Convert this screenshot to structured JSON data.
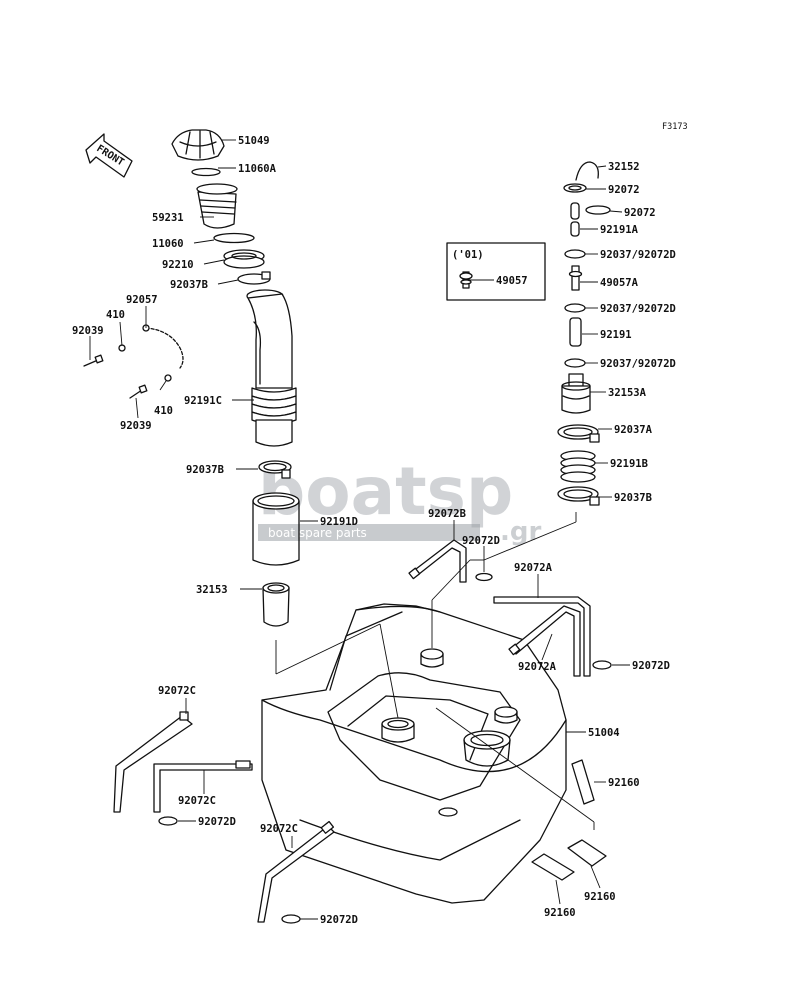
{
  "figure_code": "F3173",
  "front_arrow_label": "FRONT",
  "inset_label": "('01)",
  "watermark": {
    "brand": "boatsp",
    "tld": ".gr",
    "tagline": "boat spare parts"
  },
  "parts": {
    "p51049": "51049",
    "p11060a": "11060A",
    "p59231": "59231",
    "p11060": "11060",
    "p92210": "92210",
    "p92037b_top": "92037B",
    "p92057": "92057",
    "p410_top": "410",
    "p92039_top": "92039",
    "p410_bottom": "410",
    "p92039_bottom": "92039",
    "p92191c": "92191C",
    "p92037b_mid": "92037B",
    "p92191d": "92191D",
    "p32153": "32153",
    "p32152": "32152",
    "p92072_a": "92072",
    "p92072_b": "92072",
    "p92191a": "92191A",
    "p92037_92072d_1": "92037/92072D",
    "p49057": "49057",
    "p49057a": "49057A",
    "p92037_92072d_2": "92037/92072D",
    "p92191": "92191",
    "p92037_92072d_3": "92037/92072D",
    "p32153a": "32153A",
    "p92037a": "92037A",
    "p92191b": "92191B",
    "p92037b_right": "92037B",
    "p92072b": "92072B",
    "p92072d_mid": "92072D",
    "p92072a_top": "92072A",
    "p92072a_bottom": "92072A",
    "p92072d_right": "92072D",
    "p51004": "51004",
    "p92072c_left": "92072C",
    "p92072c_mid": "92072C",
    "p92072d_left": "92072D",
    "p92072c_bottom": "92072C",
    "p92072d_bottom": "92072D",
    "p92160_right": "92160",
    "p92160_bottom_right": "92160",
    "p92160_bottom_left": "92160"
  }
}
